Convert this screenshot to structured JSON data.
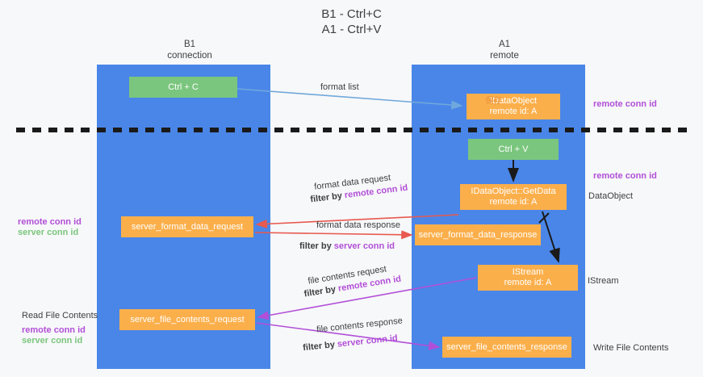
{
  "title": {
    "line1": "B1 - Ctrl+C",
    "line2": "A1 - Ctrl+V"
  },
  "columns": [
    {
      "name": "B1",
      "role": "connection"
    },
    {
      "name": "A1",
      "role": "remote"
    }
  ],
  "colors": {
    "lane": "#4a86e8",
    "green_node": "#7bc67e",
    "orange_node": "#fbaf4b",
    "remote_conn_id": "#b14fd8",
    "server_conn_id": "#7bc67e",
    "arrow_format": "#e8594f",
    "arrow_file": "#b14fd8",
    "arrow_formatlist": "#6fa8dc",
    "arrow_black": "#1a1a1a",
    "divider": "#1a1a1a",
    "page_bg": "#f7f8f9",
    "text": "#3c4043"
  },
  "nodes": {
    "ctrl_c": "Ctrl + C",
    "ctrl_v": "Ctrl + V",
    "idataobject": {
      "line1": "IDataObject",
      "ghost": "保存",
      "line2": "remote id: A"
    },
    "getdata": {
      "line1": "IDataObject::GetData",
      "line2": "remote id: A"
    },
    "istream": {
      "line1": "IStream",
      "line2": "remote id: A"
    },
    "server_format_data_request": "server_format_data_request",
    "server_format_data_response": "server_format_data_response",
    "server_file_contents_request": "server_file_contents_request",
    "server_file_contents_response": "server_file_contents_response"
  },
  "arrow_labels": {
    "format_list": "format list",
    "format_data_request": "format data request",
    "format_data_request_filter_prefix": "filter by ",
    "format_data_request_filter_key": "remote conn id",
    "format_data_response": "format data response",
    "format_data_response_filter_prefix": "filter by ",
    "format_data_response_filter_key": "server conn id",
    "file_contents_request": "file contents request",
    "file_contents_request_filter_prefix": "filter by ",
    "file_contents_request_filter_key": "remote conn id",
    "file_contents_response": "file contents response",
    "file_contents_response_filter_prefix": "filter by ",
    "file_contents_response_filter_key": "server conn id"
  },
  "side_annotations": {
    "right_remote_conn_id_top": "remote conn id",
    "right_remote_conn_id_mid": "remote conn id",
    "right_dataobject": "DataObject",
    "right_istream": "IStream",
    "right_write_file_contents": "Write File Contents",
    "left_read_file_contents": "Read File Contents",
    "left_remote_conn_id_top": "remote conn id",
    "left_server_conn_id_top": "server conn id",
    "left_remote_conn_id_bottom": "remote conn id",
    "left_server_conn_id_bottom": "server conn id"
  }
}
